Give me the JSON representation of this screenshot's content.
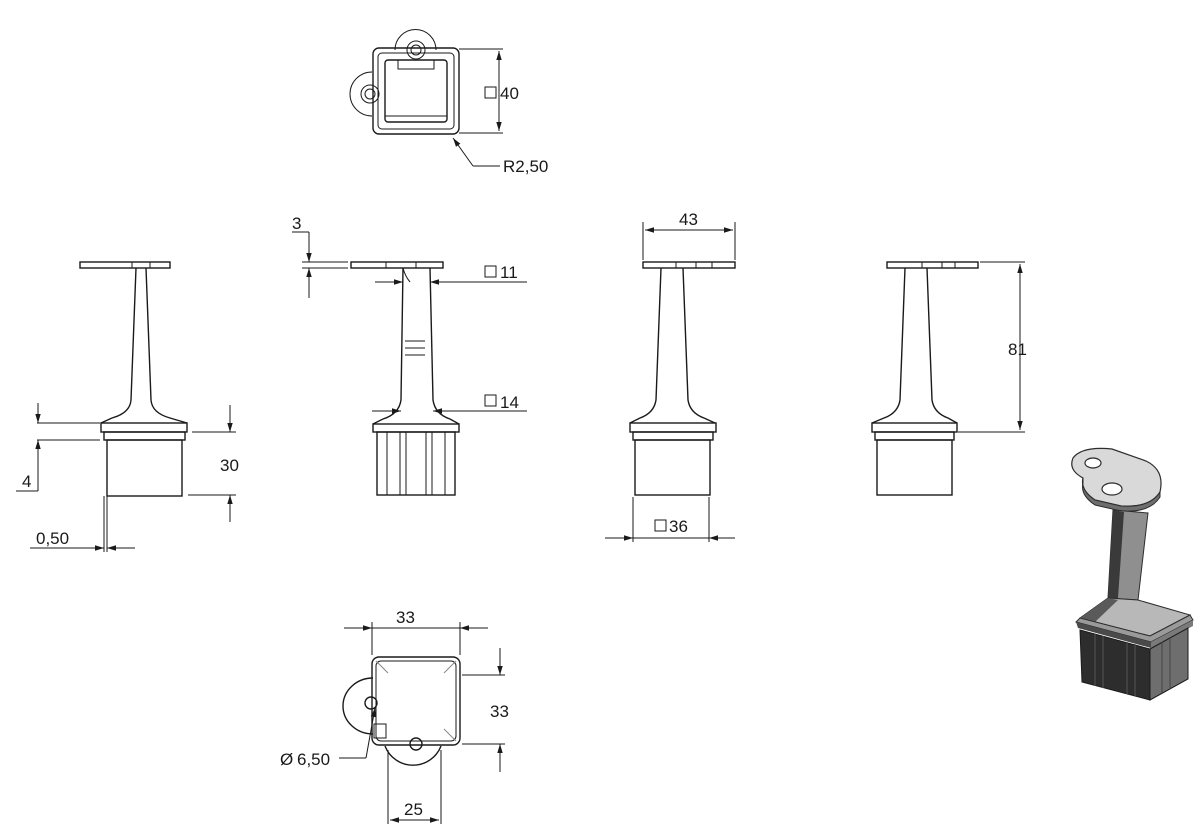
{
  "labels": {
    "top_square": "40",
    "top_radius": "R2,50",
    "flange_thickness": "3",
    "post_top_square": "11",
    "post_bottom_square": "14",
    "flange_width": "43",
    "overall_height": "81",
    "base_square": "36",
    "collar_height": "4",
    "tube_height": "30",
    "wall_offset": "0,50",
    "plate_width": "33",
    "plate_depth": "33",
    "hole_diameter": "6,50",
    "hole_spacing": "25"
  },
  "symbols": {
    "square": "square-symbol",
    "diameter": "Ø"
  },
  "colors": {
    "line": "#1a1a1a",
    "hidden": "#8a8a8a",
    "iso_dark": "#2d2d2d",
    "iso_mid": "#6e6e6e",
    "iso_light": "#b8b8b8",
    "iso_face": "#d9d9d9"
  }
}
